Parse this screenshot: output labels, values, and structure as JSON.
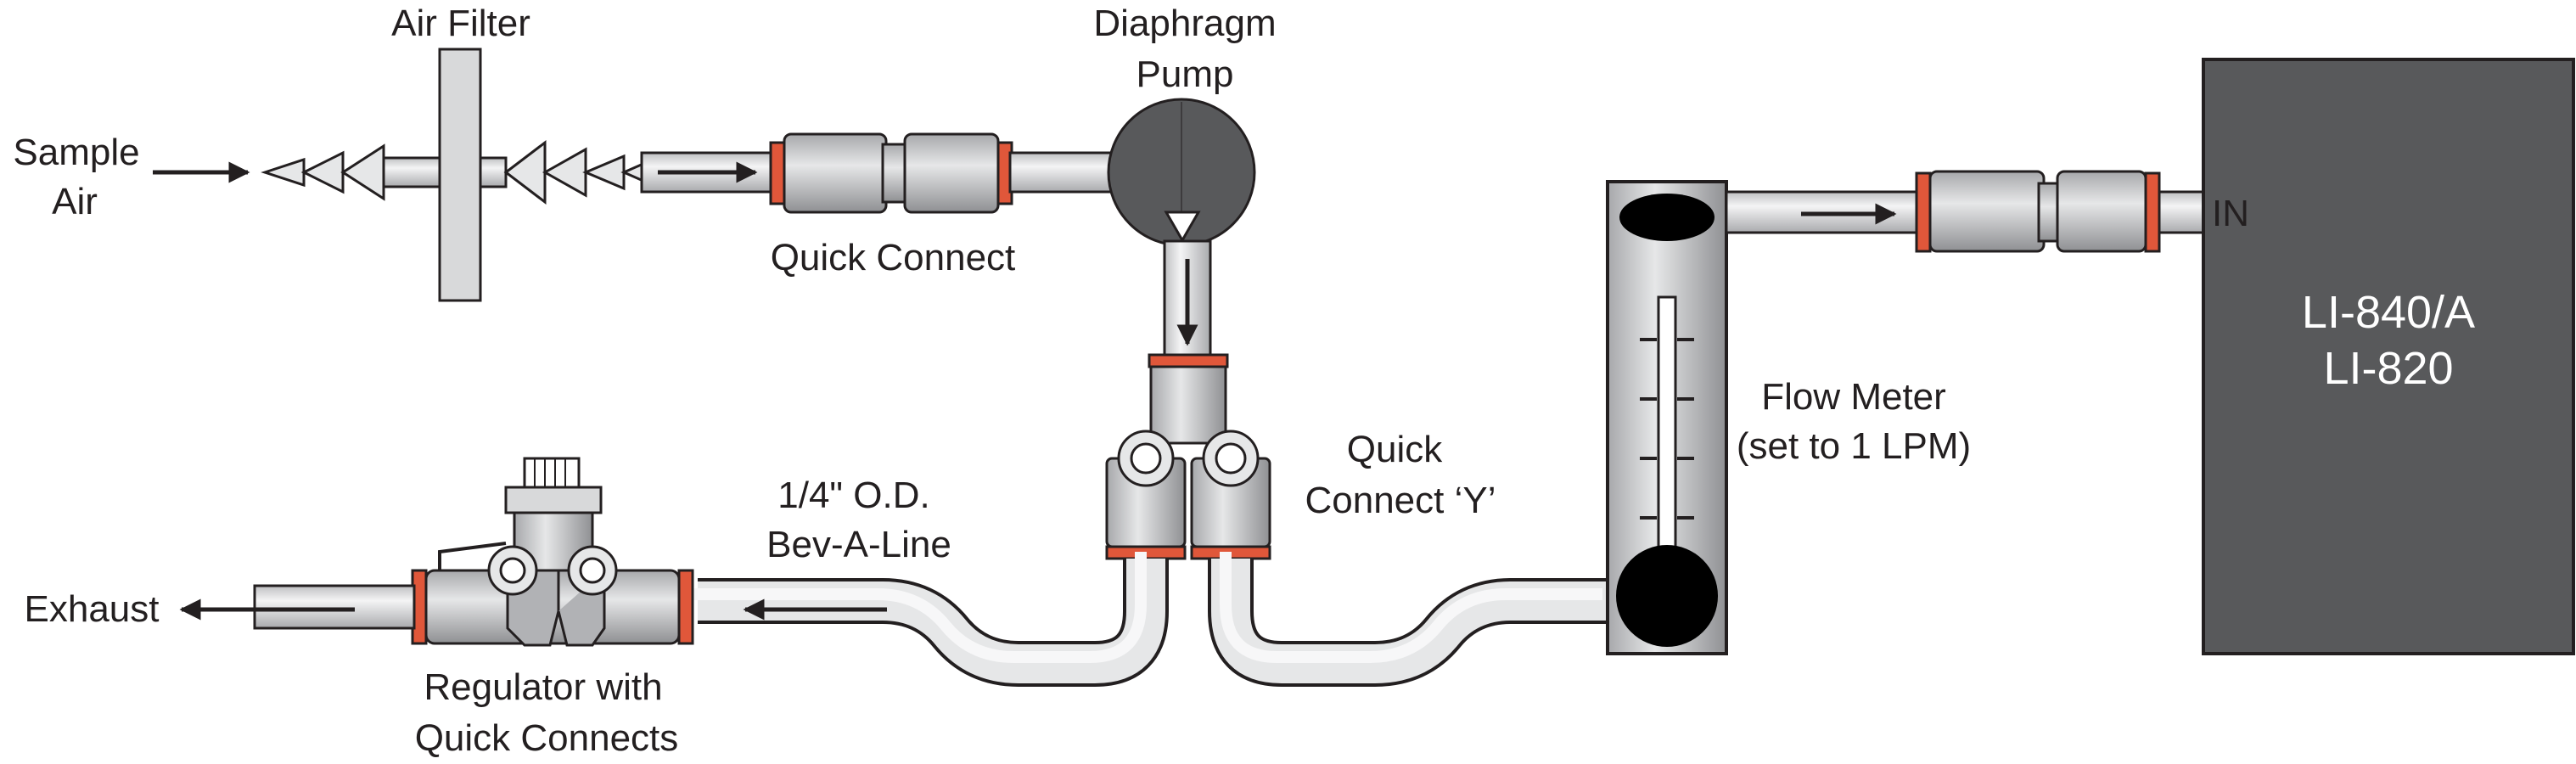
{
  "labels": {
    "sample_air_line1": "Sample",
    "sample_air_line2": "Air",
    "air_filter": "Air Filter",
    "pump_line1": "Diaphragm",
    "pump_line2": "Pump",
    "quick_connect": "Quick Connect",
    "quick_y_line1": "Quick",
    "quick_y_line2": "Connect ‘Y’",
    "tubing_line1": "1/4\" O.D.",
    "tubing_line2": "Bev-A-Line",
    "exhaust": "Exhaust",
    "regulator_line1": "Regulator with",
    "regulator_line2": "Quick Connects",
    "flow_meter_line1": "Flow Meter",
    "flow_meter_line2": "(set to 1 LPM)",
    "inlet": "IN",
    "analyzer_line1": "LI-840/A",
    "analyzer_line2": "LI-820"
  },
  "colors": {
    "tube_fill": "#d8d9da",
    "fitting_fill": "#c5c6c8",
    "collar_orange": "#e0573a",
    "pump_body": "#58595b",
    "analyzer_box": "#58595b",
    "outline": "#231f20"
  }
}
